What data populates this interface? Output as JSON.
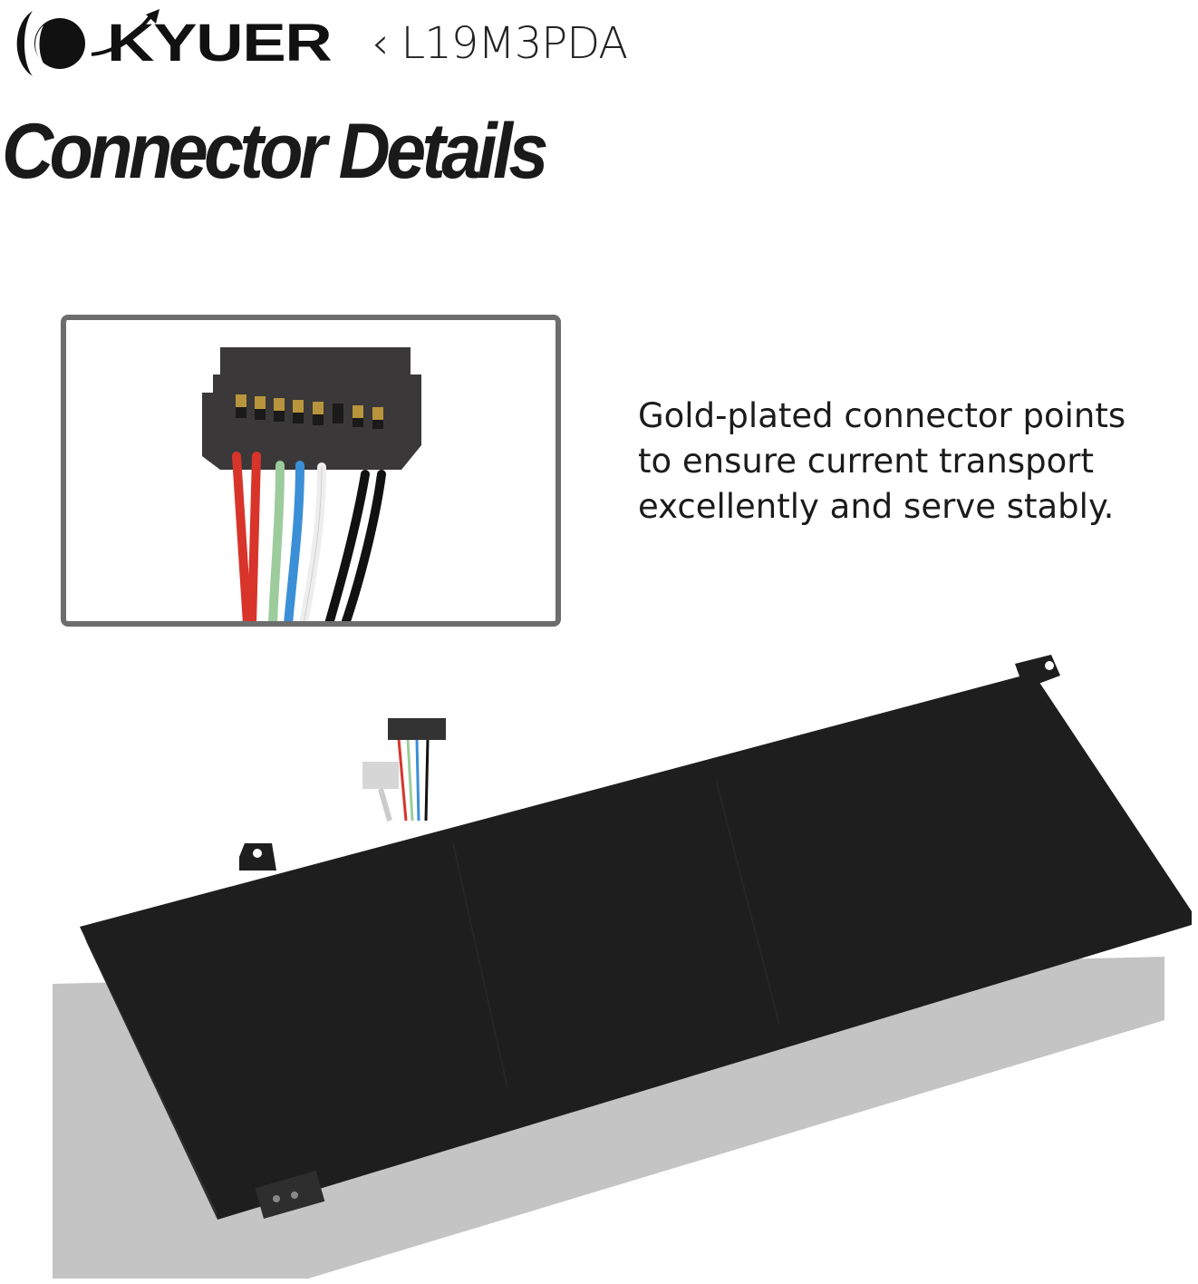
{
  "brand": {
    "name": "KYUER",
    "model": "L19M3PDA",
    "separator": "‹"
  },
  "title": "Connector Details",
  "description": {
    "lines": [
      "Gold-plated connector points",
      "to ensure current transport",
      "excellently and serve stably."
    ]
  },
  "colors": {
    "inset_border": "#6d6d6d",
    "battery_body": "#1e1e1e",
    "shadow": "#c4c4c4",
    "wires": [
      "#d8342a",
      "#d8342a",
      "#9ccc9c",
      "#3b8fd6",
      "#f4f4f4",
      "#111111",
      "#111111"
    ]
  }
}
